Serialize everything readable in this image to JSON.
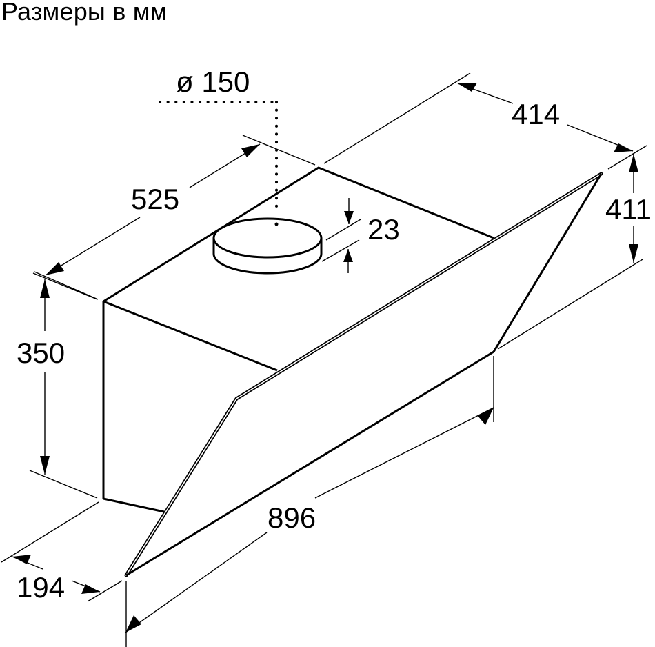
{
  "title": "Размеры в мм",
  "units": "mm",
  "object": "range-hood",
  "colors": {
    "line": "#000000",
    "background": "#ffffff"
  },
  "dimensions": {
    "duct_diameter": "ø 150",
    "depth_top": "525",
    "depth_glass": "414",
    "glass_height": "411",
    "body_height": "350",
    "collar_height": "23",
    "width": "896",
    "bottom_depth": "194"
  }
}
